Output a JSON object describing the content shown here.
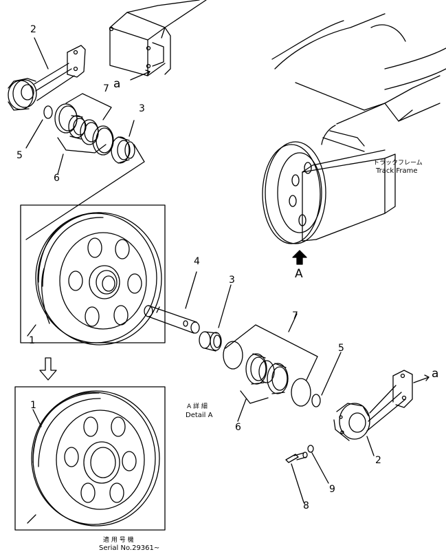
{
  "callouts": {
    "c1_top": "1",
    "c1_bottom": "1",
    "c2_top": "2",
    "c2_bottom": "2",
    "c3_top": "3",
    "c3_mid": "3",
    "c4": "4",
    "c5_top": "5",
    "c5_bottom": "5",
    "c6_top": "6",
    "c6_bottom": "6",
    "c7_top": "7",
    "c7_bottom": "7",
    "c8": "8",
    "c9": "9"
  },
  "arrow_labels": {
    "a_top": "a",
    "a_right": "a",
    "A_view": "A"
  },
  "track_frame": {
    "jp": "トラックフレーム",
    "en": "Track Frame"
  },
  "detail": {
    "jp": "A 詳 細",
    "en": "Detail A"
  },
  "serial": {
    "jp": "適 用 号 機",
    "en": "Serial No.29361~"
  }
}
